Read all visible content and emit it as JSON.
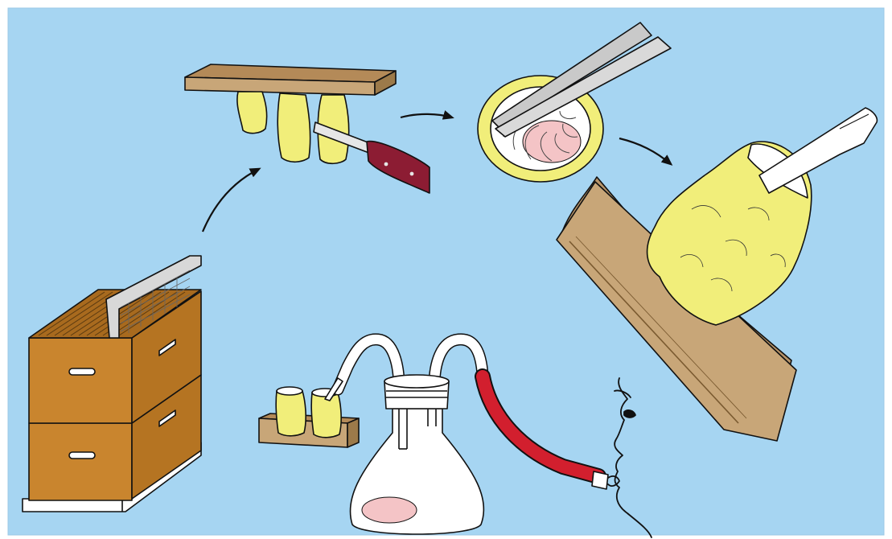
{
  "illustration": {
    "steps": [
      {
        "id": "beehive",
        "kind": "hive"
      },
      {
        "id": "queen-cups-on-bar",
        "kind": "wax cups on frame bar being cut"
      },
      {
        "id": "open-queen-cell",
        "kind": "queen cell held with forceps"
      },
      {
        "id": "cell-on-board",
        "kind": "opened queen cell with spatula"
      },
      {
        "id": "suction-flask",
        "kind": "mouth-operated vacuum flask collecting royal jelly"
      }
    ],
    "colors": {
      "background": "#a6d5f2",
      "hive_wood": "#c9852e",
      "hive_dark": "#8a5418",
      "wax_yellow": "#f1ee7a",
      "board_tan": "#c8a678",
      "board_dark": "#9c7a4a",
      "tube_red": "#d21f2e",
      "handle_maroon": "#8c1c33",
      "jelly_pink": "#f4c4c6",
      "metal_grey": "#c9c9c9"
    }
  }
}
